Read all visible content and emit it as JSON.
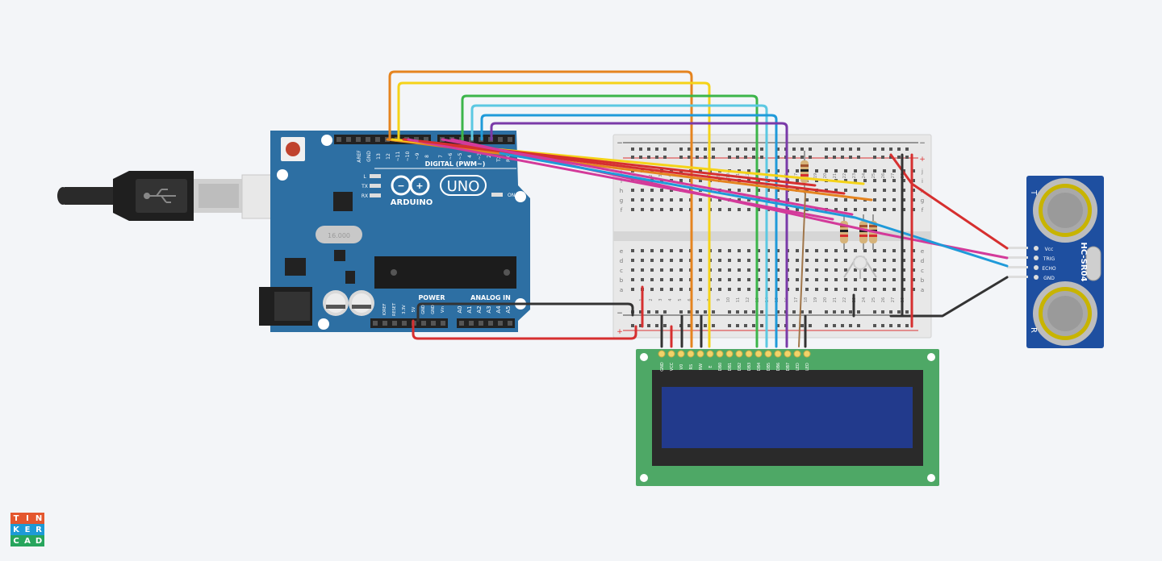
{
  "brand": {
    "letters": [
      "T",
      "I",
      "N",
      "K",
      "E",
      "R",
      "C",
      "A",
      "D"
    ],
    "colors": [
      "#e4572e",
      "#e4572e",
      "#e4572e",
      "#1d9ad6",
      "#1d9ad6",
      "#1d9ad6",
      "#27a55d",
      "#27a55d",
      "#27a55d"
    ]
  },
  "arduino": {
    "model": "UNO",
    "brand_text": "ARDUINO",
    "digital_label": "DIGITAL (PWM~)",
    "power_label": "POWER",
    "analog_label": "ANALOG IN",
    "aref": "AREF",
    "gnd": "GND",
    "digital_pins": [
      "13",
      "12",
      "~11",
      "~10",
      "~9",
      "8",
      "7",
      "~6",
      "~5",
      "4",
      "~3",
      "2",
      "TX 1",
      "RX 0"
    ],
    "power_pins": [
      "IOREF",
      "RESET",
      "3.3V",
      "5V",
      "GND",
      "GND",
      "Vin"
    ],
    "analog_pins": [
      "A0",
      "A1",
      "A2",
      "A3",
      "A4",
      "A5"
    ],
    "led_labels": [
      "L",
      "TX",
      "RX"
    ],
    "on_label": "ON",
    "crystal": "16.000",
    "board_color": "#2d6fa3"
  },
  "breadboard": {
    "rows_top": [
      "j",
      "i",
      "h",
      "g",
      "f"
    ],
    "rows_bottom": [
      "e",
      "d",
      "c",
      "b",
      "a"
    ],
    "column_numbers": [
      "1",
      "2",
      "3",
      "4",
      "5",
      "6",
      "7",
      "8",
      "9",
      "10",
      "11",
      "12",
      "13",
      "14",
      "15",
      "16",
      "17",
      "18",
      "19",
      "20",
      "21",
      "22",
      "23",
      "24",
      "25",
      "26",
      "27",
      "28"
    ],
    "rail_minus": "−",
    "rail_plus": "+"
  },
  "sensor": {
    "name": "HC-SR04",
    "pins": [
      "Vcc",
      "TRIG",
      "ECHO",
      "GND"
    ],
    "side_marks": [
      "T",
      "R"
    ],
    "color": "#1e4fa0"
  },
  "lcd": {
    "pins": [
      "GND",
      "VCC",
      "V0",
      "RS",
      "RW",
      "E",
      "DB0",
      "DB1",
      "DB2",
      "DB3",
      "DB4",
      "DB5",
      "DB6",
      "DB7",
      "LED",
      "LED"
    ],
    "pcb_color": "#4ea866",
    "screen_color": "#223a8c"
  },
  "wire_colors": {
    "orange": "#e5841f",
    "yellow": "#f5d318",
    "green": "#3cb54a",
    "light_blue": "#5bc8e2",
    "blue": "#1f9ad9",
    "purple": "#7a3aa8",
    "red": "#d62f2f",
    "magenta": "#d33a9a",
    "black": "#333333",
    "brown": "#a0764a"
  }
}
